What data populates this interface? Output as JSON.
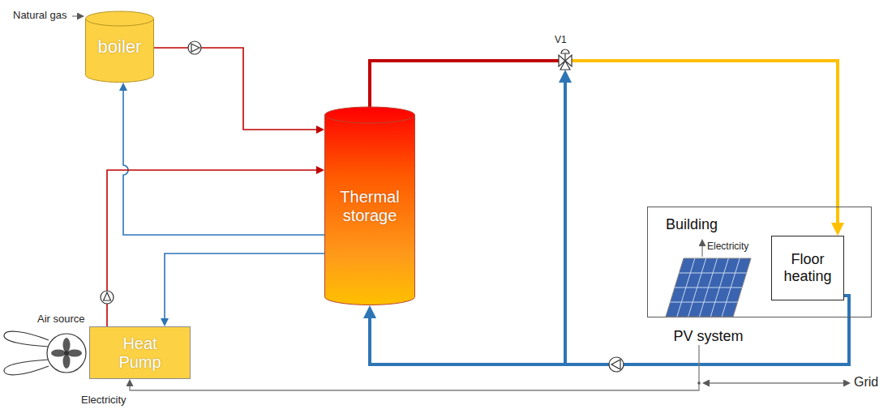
{
  "diagram": {
    "nodes": [
      {
        "text": [
          "boiler"
        ]
      },
      {
        "text": [
          "Thermal storage"
        ]
      },
      {
        "text": [
          "Heat Pump"
        ]
      },
      {
        "text": [
          "Building"
        ]
      },
      {
        "text": [
          "PV system"
        ],
        "in": 3
      },
      {
        "text": [
          "Floor heating"
        ],
        "in": 3
      }
    ],
    "edges": [
      {
        "from": 0,
        "to": 1,
        "arrow": "to"
      },
      {
        "from": 1,
        "to": 0,
        "arrow": "to"
      },
      {
        "from": 2,
        "to": 1,
        "arrow": "to"
      },
      {
        "from": 1,
        "to": 2,
        "arrow": "to"
      },
      {
        "from": 1,
        "to": 5,
        "arrow": "to"
      },
      {
        "from": 5,
        "to": 1,
        "arrow": "to"
      },
      {
        "from": 4,
        "to": 2,
        "arrow": "to"
      }
    ],
    "labels": [
      "Natural gas",
      "V1",
      "Electricity",
      "Air source",
      "Electricity",
      "Grid"
    ]
  }
}
